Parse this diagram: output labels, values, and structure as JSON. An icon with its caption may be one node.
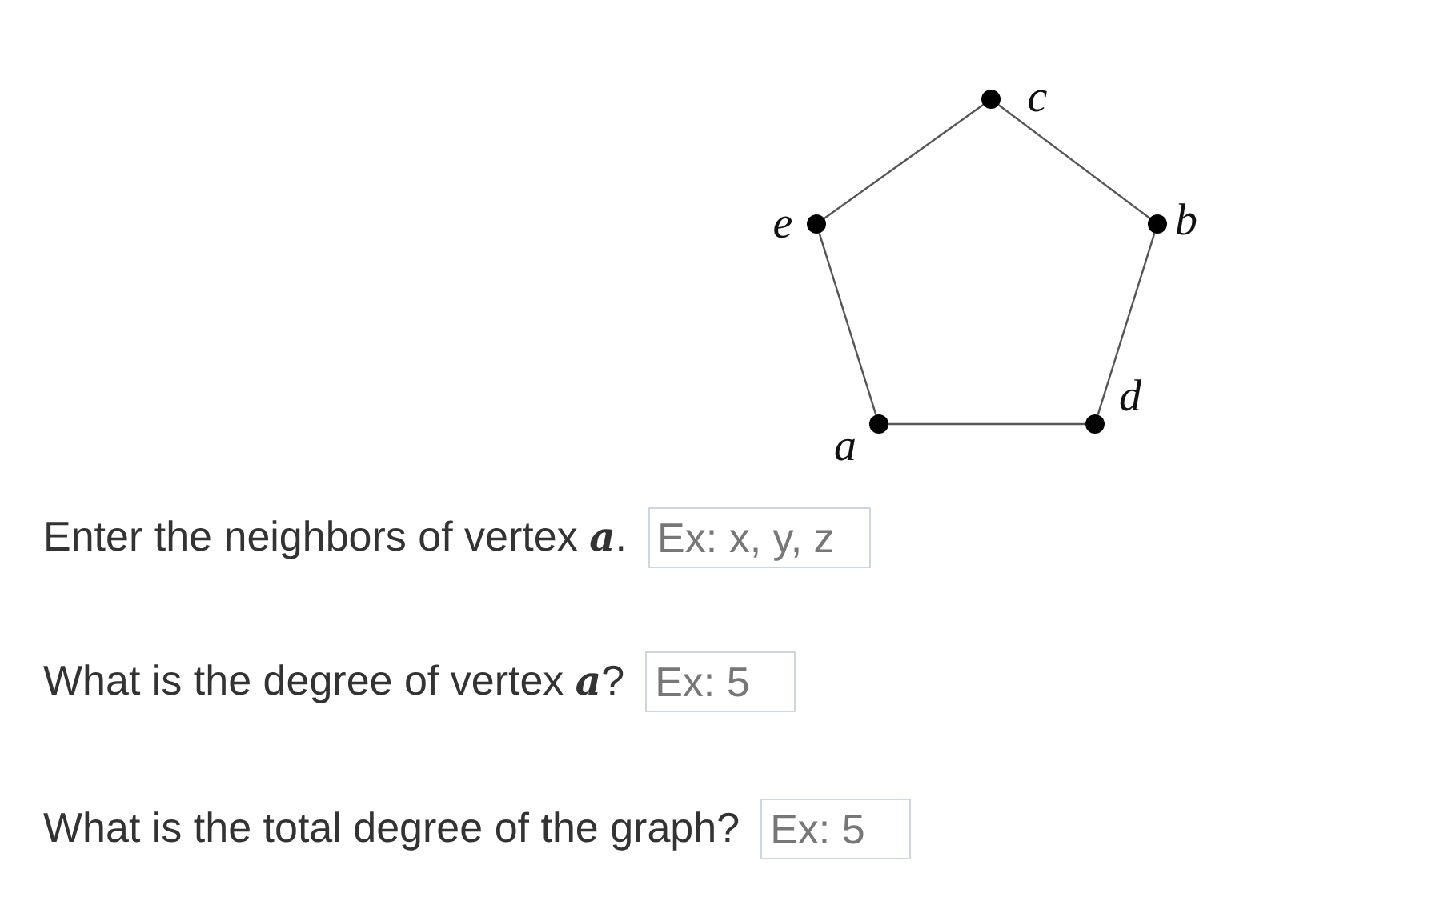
{
  "diagram": {
    "nodes": [
      {
        "text": [],
        "shape": "circle",
        "beside": [
          "c"
        ]
      },
      {
        "text": [],
        "shape": "circle",
        "beside": [
          "e"
        ]
      },
      {
        "text": [],
        "shape": "circle",
        "beside": [
          "b"
        ]
      },
      {
        "text": [],
        "shape": "circle",
        "beside": [
          "d"
        ]
      },
      {
        "text": [],
        "shape": "circle",
        "beside": [
          "a"
        ]
      }
    ],
    "edges": [
      {
        "from": 1,
        "to": 0,
        "arrow": "none"
      },
      {
        "from": 0,
        "to": 2,
        "arrow": "none"
      },
      {
        "from": 1,
        "to": 4,
        "arrow": "none"
      },
      {
        "from": 2,
        "to": 3,
        "arrow": "none"
      },
      {
        "from": 4,
        "to": 3,
        "arrow": "none"
      }
    ],
    "labels": [
      "Enter the neighbors of vertex *a*.",
      "Ex: x, y, z",
      "What is the degree of vertex *a*?",
      "Ex: 5",
      "What is the total degree of the graph?",
      "Ex: 5"
    ]
  }
}
